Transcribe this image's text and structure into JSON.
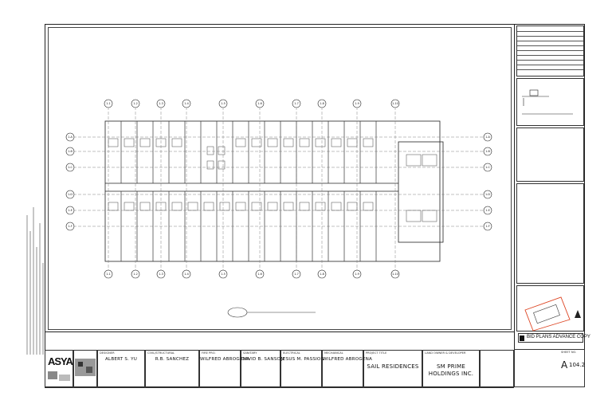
{
  "title_block": {
    "logo_text": "ASYA",
    "designer_caption": "DESIGNER",
    "designer_name": "ALBERT S. YU",
    "civil_caption": "CIVIL/STRUCTURAL",
    "civil_name": "R.B. SANCHEZ",
    "fire_caption": "FIRE PRO.",
    "fire_name": "WILFRED ABROGENA",
    "sanitary_caption": "SANITARY",
    "sanitary_name": "DAVID B. SANSON",
    "electrical_caption": "ELECTRICAL",
    "electrical_name": "JESUS M. PASSION",
    "mechanical_caption": "MECHANICAL",
    "mechanical_name": "WILFRED ABROGENA",
    "project_caption": "PROJECT TITLE",
    "project_title": "SAIL RESIDENCES",
    "owner_caption": "LAND OWNER & DEVELOPER",
    "owner_line1": "SM PRIME",
    "owner_line2": "HOLDINGS INC.",
    "sheet_caption": "SHEET NO.",
    "sheet_letter": "A",
    "sheet_number": "104.2"
  },
  "stamp": {
    "text": "BID PLANS  ADVANCE COPY"
  },
  "grid": {
    "top_labels": [
      "1-1",
      "1-2",
      "1-3",
      "1-4",
      "1-5",
      "1-6",
      "1-7",
      "1-8",
      "1-9",
      "1-10"
    ],
    "left_labels": [
      "1-A",
      "1-B",
      "1-C",
      "1-D",
      "1-E",
      "1-F"
    ],
    "right_labels": [
      "1-A",
      "1-B",
      "1-C",
      "1-D",
      "1-E",
      "1-F"
    ]
  }
}
